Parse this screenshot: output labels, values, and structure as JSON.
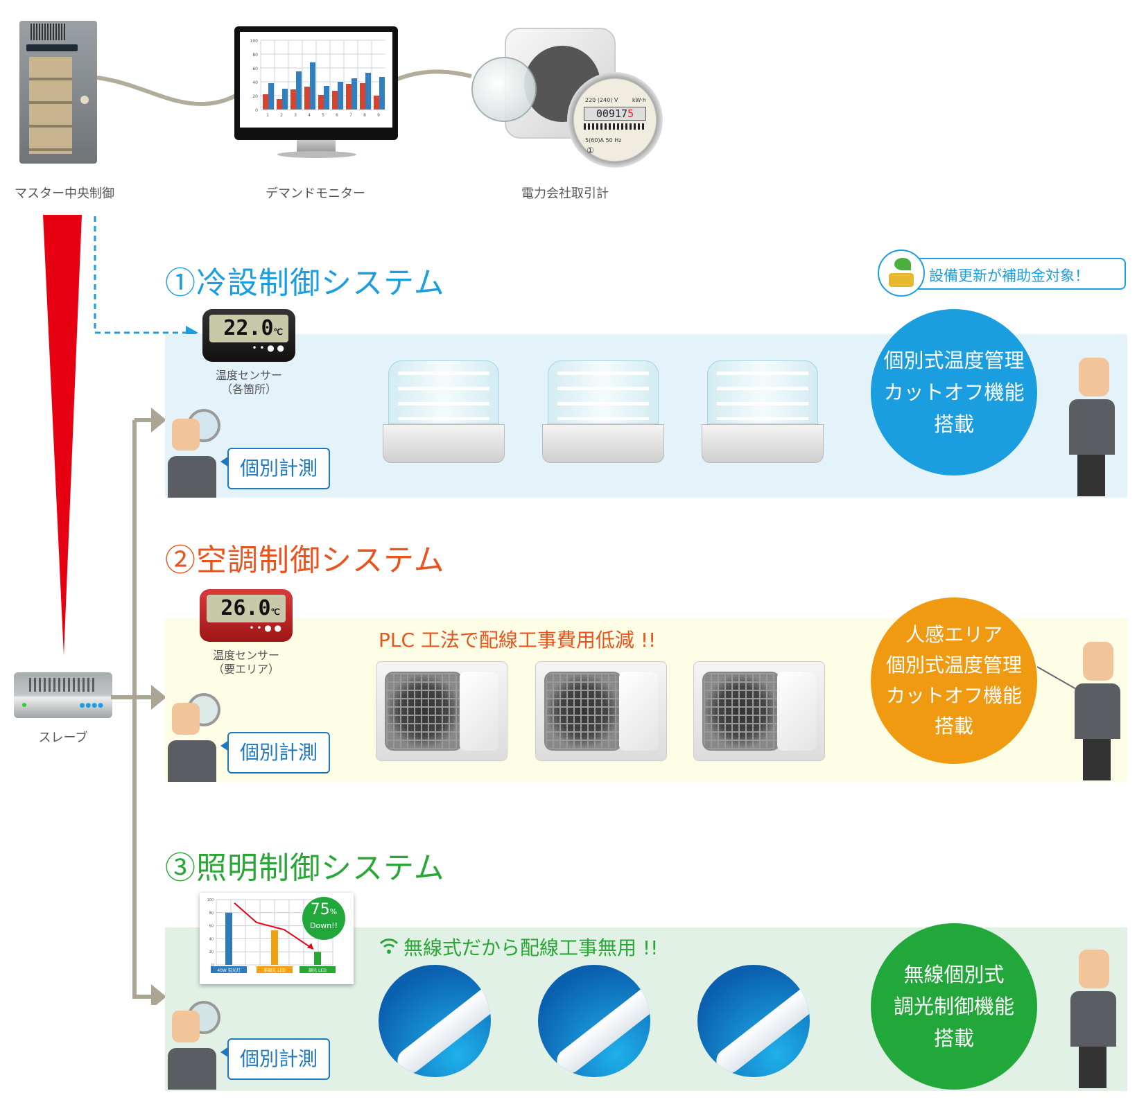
{
  "top_devices": {
    "master": {
      "label": "マスター中央制御"
    },
    "monitor": {
      "label": "デマンドモニター",
      "chart_data": {
        "type": "bar",
        "categories": [
          "1",
          "2",
          "3",
          "4",
          "5",
          "6",
          "7",
          "8",
          "9"
        ],
        "series": [
          {
            "name": "red",
            "color": "#d9432b",
            "values": [
              22,
              15,
              29,
              33,
              21,
              27,
              37,
              38,
              20
            ]
          },
          {
            "name": "blue",
            "color": "#2f7fc1",
            "values": [
              38,
              30,
              55,
              68,
              34,
              40,
              45,
              53,
              47
            ]
          }
        ],
        "yticks": [
          "0",
          "20",
          "40",
          "60",
          "80",
          "100"
        ],
        "ylim": [
          0,
          100
        ]
      }
    },
    "meter": {
      "label": "電力会社取引計",
      "voltage": "220 (240) V",
      "unit": "kW·h",
      "reading": "00917",
      "reading_last": "5",
      "rating": "5(60)A 50 Hz",
      "mark": "①"
    }
  },
  "slave": {
    "label": "スレーブ"
  },
  "subsidy_badge": {
    "text": "設備更新が補助金対象！"
  },
  "sections": [
    {
      "title": "①冷設制御システム",
      "color": "#1a9ee0",
      "band_color": "#e4f3fa",
      "sensor": {
        "reading": "22.0",
        "unit": "℃",
        "label_line1": "温度センサー",
        "label_line2": "（各箇所）"
      },
      "measure_bubble": "個別計測",
      "circle_lines": [
        "個別式温度管理",
        "カットオフ機能",
        "搭載"
      ],
      "circle_color": "#1a9ee0"
    },
    {
      "title": "②空調制御システム",
      "color": "#e9541e",
      "band_color": "#fdfde6",
      "sensor": {
        "reading": "26.0",
        "unit": "℃",
        "label_line1": "温度センサー",
        "label_line2": "（要エリア）"
      },
      "tagline": "PLC 工法で配線工事費用低減 !!",
      "measure_bubble": "個別計測",
      "circle_lines": [
        "人感エリア",
        "個別式温度管理",
        "カットオフ機能",
        "搭載"
      ],
      "circle_color": "#f09a12"
    },
    {
      "title": "③照明制御システム",
      "color": "#2aa637",
      "band_color": "#e2f1e6",
      "tagline": "無線式だから配線工事無用 !!",
      "tagline_icon": "wifi-icon",
      "measure_bubble": "個別計測",
      "circle_lines": [
        "無線個別式",
        "調光制御機能",
        "搭載"
      ],
      "circle_color": "#22a83a",
      "chart_data": {
        "type": "bar",
        "categories": [
          "40W 蛍光灯",
          "非調光 LED",
          "調光 LED"
        ],
        "values": [
          80,
          53,
          20
        ],
        "colors": [
          "#2f7ab8",
          "#f2a20f",
          "#2aa637"
        ],
        "yticks": [
          "0",
          "20",
          "40",
          "60",
          "80",
          "100"
        ],
        "ylim": [
          0,
          100
        ],
        "trend_line": [
          95,
          65,
          54,
          24
        ],
        "badge_value": "75",
        "badge_unit": "%",
        "badge_text": "Down!!"
      }
    }
  ]
}
